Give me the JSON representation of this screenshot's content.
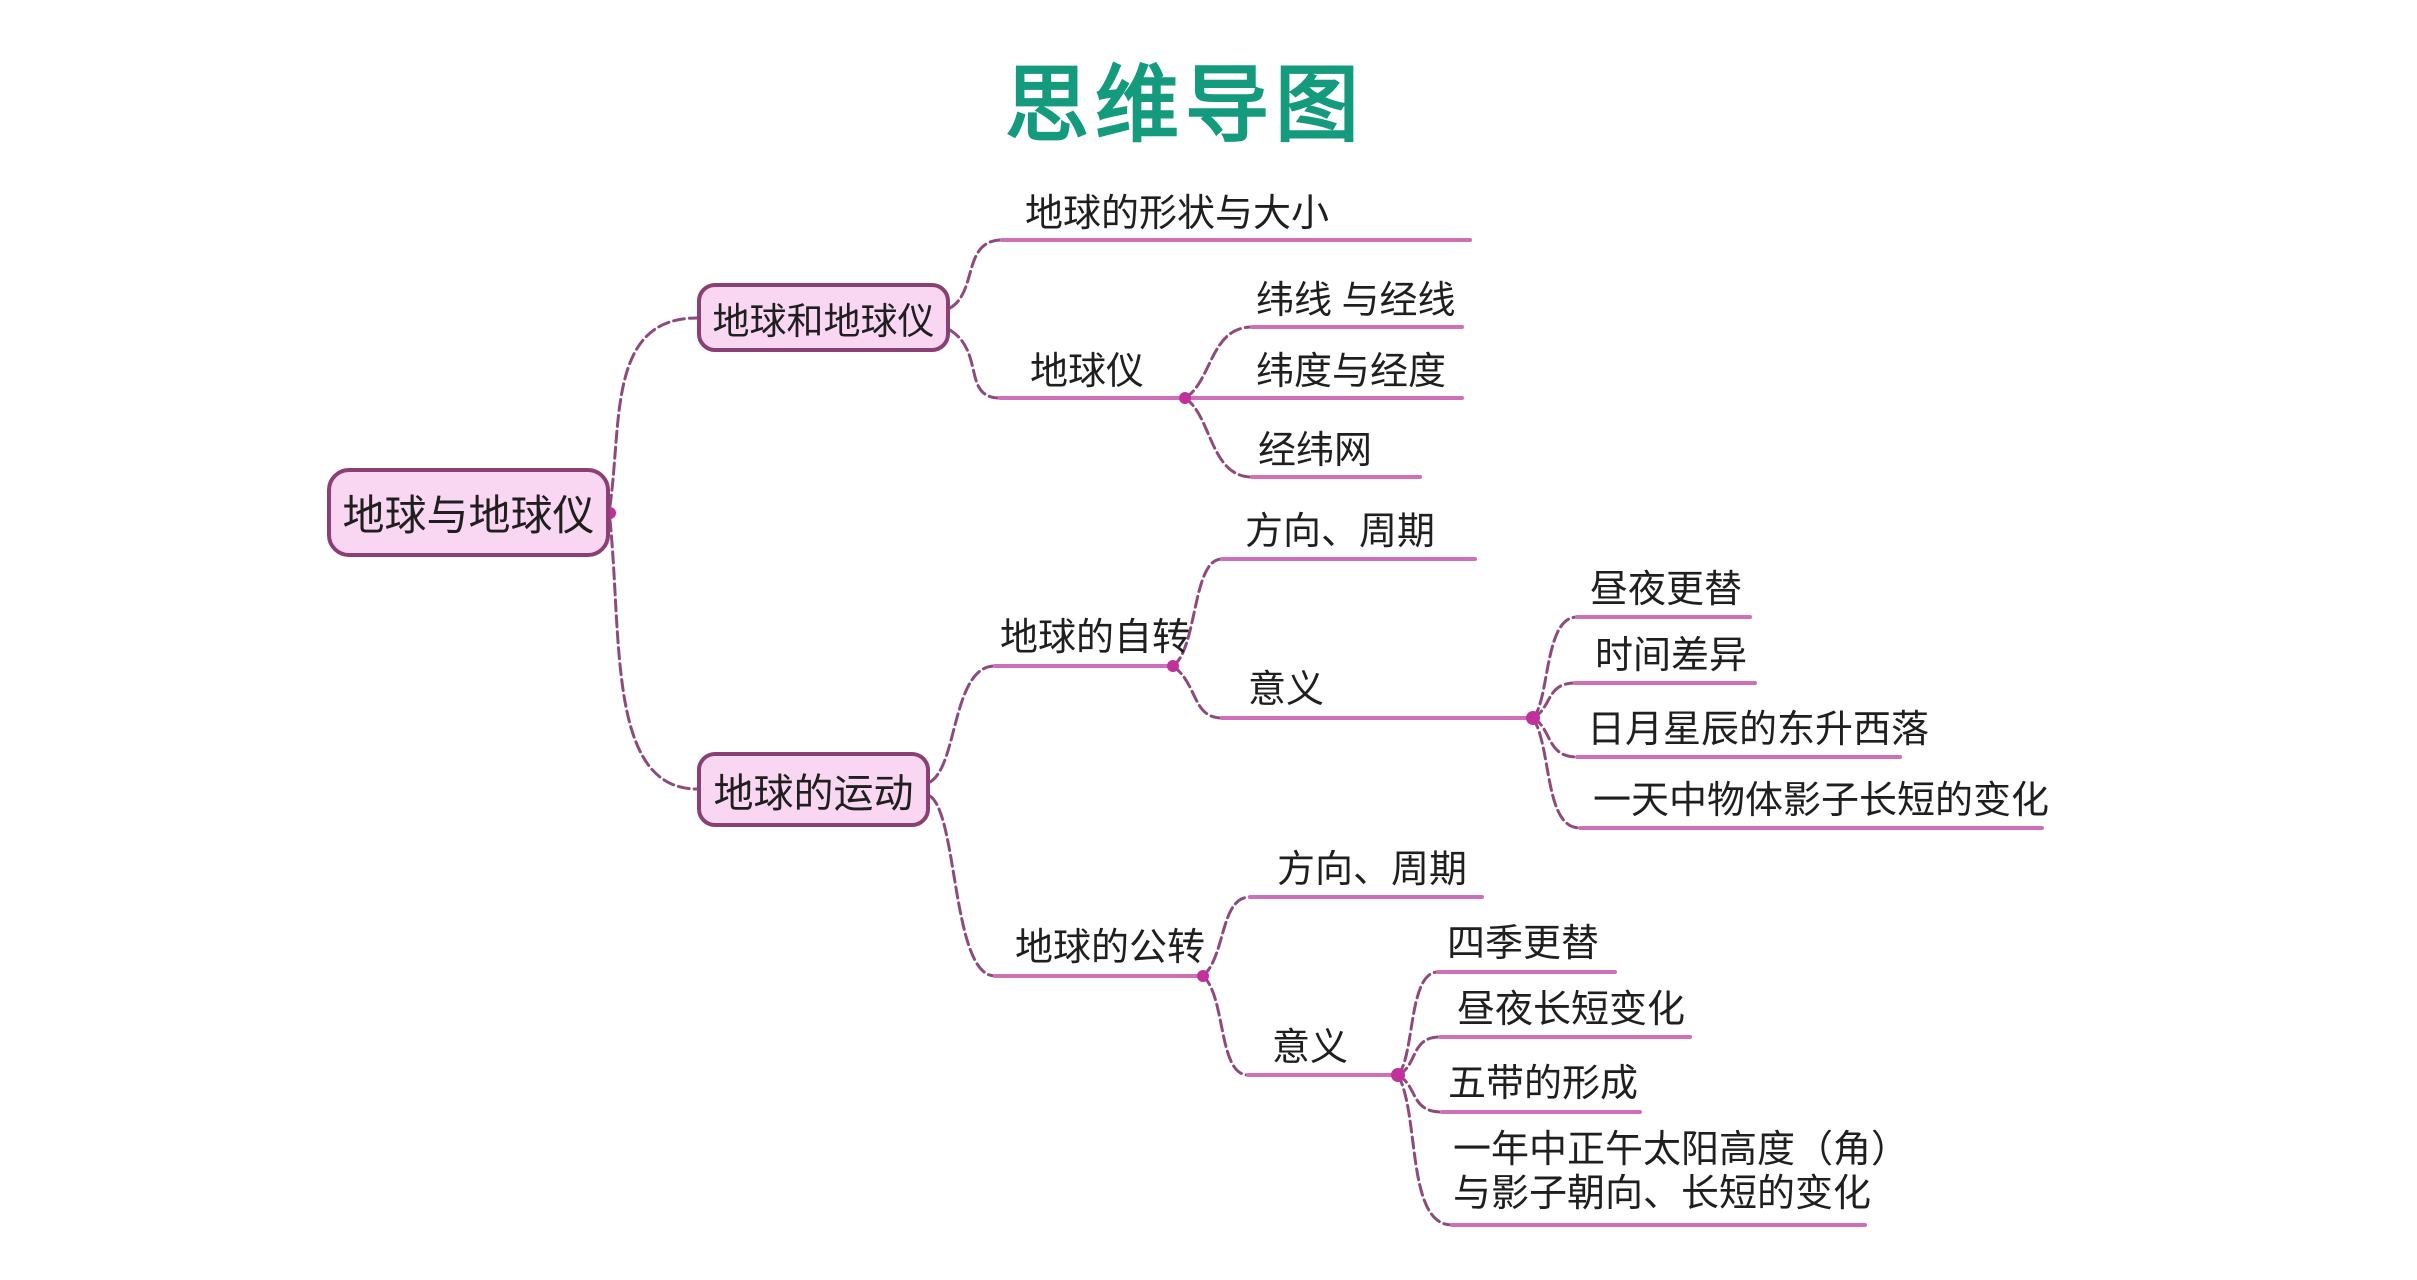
{
  "title": {
    "text": "思维导图"
  },
  "colors": {
    "title": "#149b7d",
    "node_fill": "#f9d7f2",
    "node_border": "#8a4072",
    "branch_line": "#8f4a7d",
    "underline": "#cf6fb9",
    "junction_dot": "#c2309e",
    "text": "#1f1f1f"
  },
  "mindmap": {
    "root": {
      "label": "地球与地球仪"
    },
    "branches": [
      {
        "label": "地球和地球仪",
        "children": [
          {
            "label": "地球的形状与大小"
          },
          {
            "label": "地球仪",
            "children": [
              {
                "label": "纬线 与经线"
              },
              {
                "label": "纬度与经度"
              },
              {
                "label": "经纬网"
              }
            ]
          }
        ]
      },
      {
        "label": "地球的运动",
        "children": [
          {
            "label": "地球的自转",
            "children": [
              {
                "label": "方向、周期"
              },
              {
                "label": "意义",
                "children": [
                  {
                    "label": "昼夜更替"
                  },
                  {
                    "label": "时间差异"
                  },
                  {
                    "label": "日月星辰的东升西落"
                  },
                  {
                    "label": "一天中物体影子长短的变化"
                  }
                ]
              }
            ]
          },
          {
            "label": "地球的公转",
            "children": [
              {
                "label": "方向、周期"
              },
              {
                "label": "意义",
                "children": [
                  {
                    "label": "四季更替"
                  },
                  {
                    "label": "昼夜长短变化"
                  },
                  {
                    "label": "五带的形成"
                  },
                  {
                    "line1": "一年中正午太阳高度（角）",
                    "line2": "与影子朝向、长短的变化"
                  }
                ]
              }
            ]
          }
        ]
      }
    ]
  }
}
